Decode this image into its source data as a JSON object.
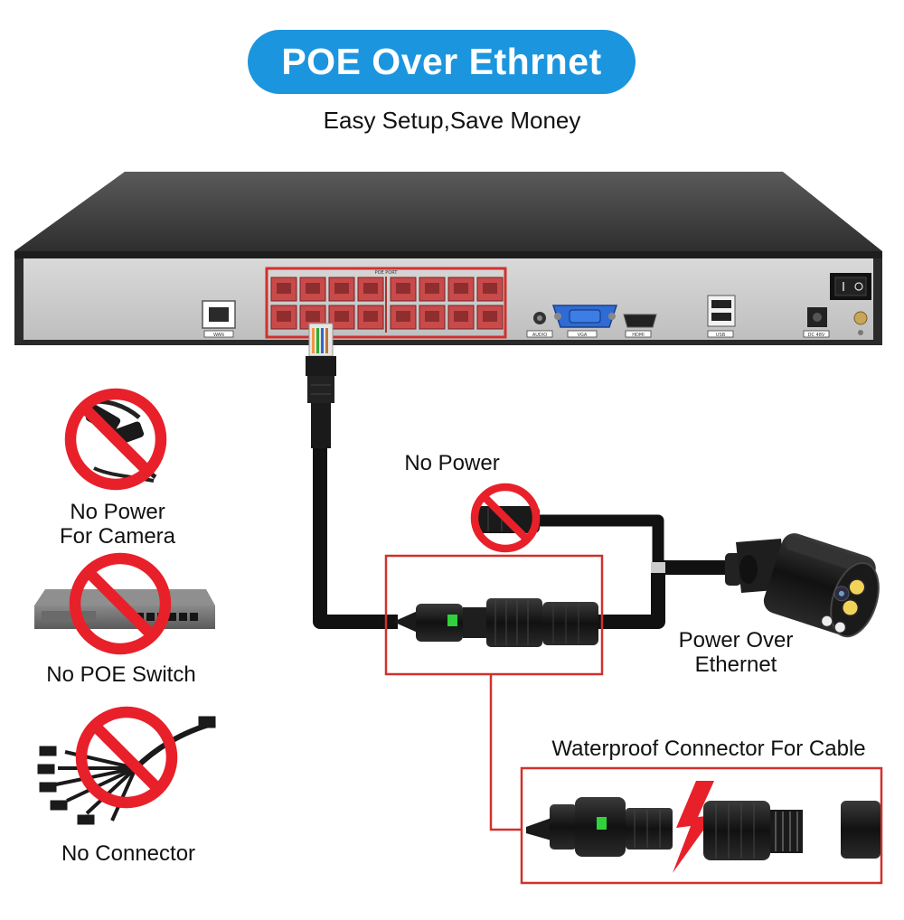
{
  "title": "POE Over Ethrnet",
  "subtitle": "Easy Setup,Save Money",
  "nvr": {
    "poe_port_label": "POE PORT",
    "wan_label": "WAN",
    "audio_label": "AUDIO",
    "vga_label": "VGA",
    "hdmi_label": "HDMI",
    "usb_label": "USB",
    "dc_label": "DC 48V"
  },
  "labels": {
    "no_power_camera_line1": "No Power",
    "no_power_camera_line2": "For Camera",
    "no_poe_switch": "No POE Switch",
    "no_connector": "No Connector",
    "no_power": "No Power",
    "poe_line1": "Power Over",
    "poe_line2": "Ethernet",
    "waterproof": "Waterproof Connector For Cable"
  },
  "colors": {
    "title_pill": "#1c95df",
    "prohibit_red": "#e8202a",
    "highlight_box": "#d0312d",
    "port_red": "#c84a4a",
    "led_green": "#2fd23a"
  },
  "icons": [
    "no-power-adapter-icon",
    "no-poe-switch-icon",
    "no-splitter-icon",
    "no-power-icon",
    "lightning-icon"
  ]
}
